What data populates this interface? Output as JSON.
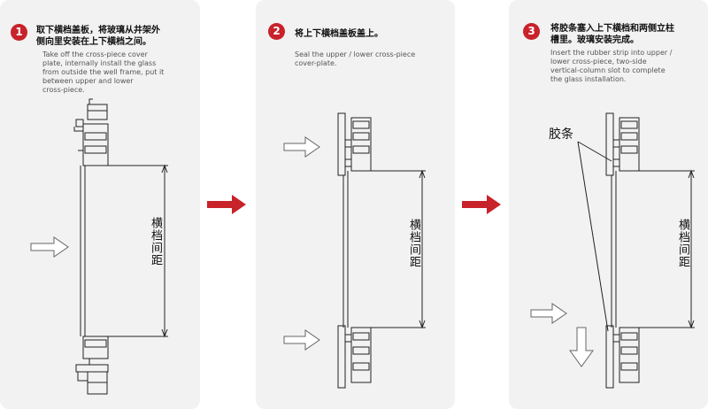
{
  "steps": [
    {
      "number": "1",
      "title_cn": [
        "取下横档盖板，将玻璃从井架外",
        "侧向里安装在上下横档之间。"
      ],
      "desc_en": [
        "Take off the cross-piece cover",
        "plate, internally install the glass",
        "from outside the well frame, put it",
        "between upper and lower",
        "cross-piece."
      ],
      "dimension_label": "横档间距"
    },
    {
      "number": "2",
      "title_cn": [
        "将上下横档盖板盖上。"
      ],
      "desc_en": [
        "Seal the upper / lower cross-piece",
        "cover-plate."
      ],
      "dimension_label": "横档间距"
    },
    {
      "number": "3",
      "title_cn": [
        "将胶条塞入上下横档和两侧立柱",
        "槽里。玻璃安装完成。"
      ],
      "desc_en": [
        "Insert the rubber strip into upper /",
        "lower cross-piece, two-side",
        "vertical-column slot to complete",
        "the glass installation."
      ],
      "dimension_label": "横档间距",
      "annotation": "胶条"
    }
  ],
  "colors": {
    "panel_bg": "#f2f2f2",
    "accent": "#c8222b",
    "line": "#222222"
  },
  "icons": {
    "step_arrow": "red-right-arrow",
    "push_arrow": "hollow-arrow"
  }
}
